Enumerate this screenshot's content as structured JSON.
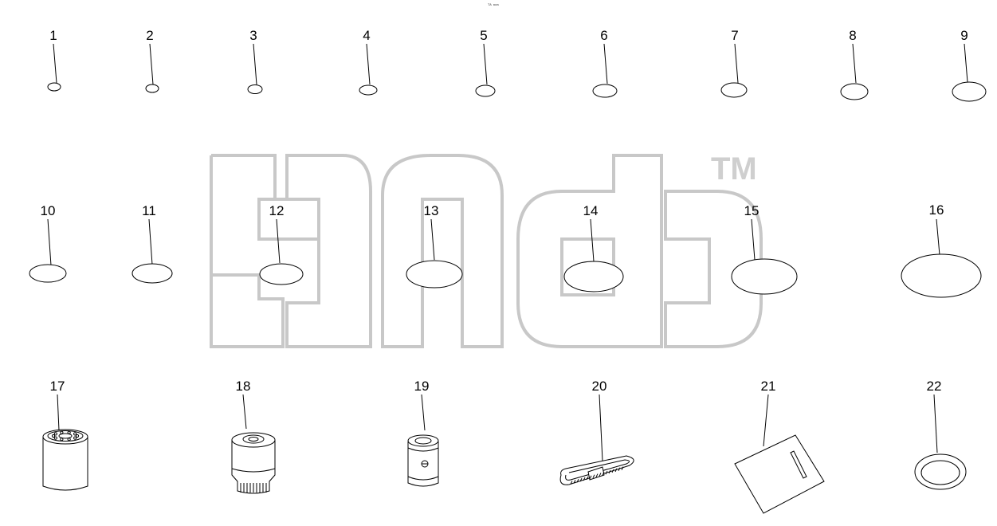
{
  "page_code": "ᵀᴬ ᵃᵃᵃ",
  "watermark": {
    "mark": "TM"
  },
  "parts": [
    {
      "n": "1"
    },
    {
      "n": "2"
    },
    {
      "n": "3"
    },
    {
      "n": "4"
    },
    {
      "n": "5"
    },
    {
      "n": "6"
    },
    {
      "n": "7"
    },
    {
      "n": "8"
    },
    {
      "n": "9"
    },
    {
      "n": "10"
    },
    {
      "n": "11"
    },
    {
      "n": "12"
    },
    {
      "n": "13"
    },
    {
      "n": "14"
    },
    {
      "n": "15"
    },
    {
      "n": "16"
    },
    {
      "n": "17",
      "kind": "oil-filter"
    },
    {
      "n": "18",
      "kind": "fuel-filter"
    },
    {
      "n": "19",
      "kind": "filter-element"
    },
    {
      "n": "20",
      "kind": "drive-belt"
    },
    {
      "n": "21",
      "kind": "instruction-sheet"
    },
    {
      "n": "22",
      "kind": "sealing-ring"
    }
  ],
  "colors": {
    "line": "#000000",
    "watermark": "#c8c8c8"
  }
}
